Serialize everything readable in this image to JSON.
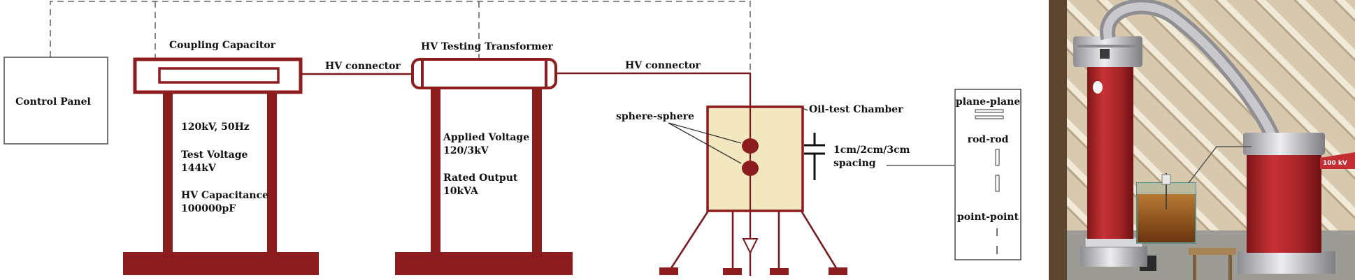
{
  "colors": {
    "structure": "#8c1c1e",
    "chamber_fill": "#f3e7bf",
    "line": "#7a1a1c",
    "control": "#444444"
  },
  "control_panel": {
    "label": "Control Panel"
  },
  "coupling_capacitor": {
    "title": "Coupling Capacitor",
    "rating": "120kV, 50Hz",
    "test_voltage_label": "Test Voltage",
    "test_voltage_value": "144kV",
    "capacitance_label": "HV Capacitance",
    "capacitance_value": "100000pF"
  },
  "connectors": {
    "left": "HV connector",
    "right": "HV connector"
  },
  "transformer": {
    "title": "HV Testing Transformer",
    "applied_label": "Applied Voltage",
    "applied_value": "120/3kV",
    "rated_label": "Rated Output",
    "rated_value": "10kVA"
  },
  "chamber": {
    "label": "Oil-test Chamber",
    "electrode_label": "sphere-sphere"
  },
  "spacing": {
    "values": "1cm/2cm/3cm",
    "label": "spacing"
  },
  "electrodes": {
    "plane": "plane-plane",
    "rod": "rod-rod",
    "point": "point-point"
  },
  "photo": {
    "equipment_label": "100 kV",
    "colors": {
      "wall": "#d9cbb0",
      "column": "#b3282c",
      "metal": "#c8c8cc",
      "oil": "#9a5a1a"
    }
  }
}
